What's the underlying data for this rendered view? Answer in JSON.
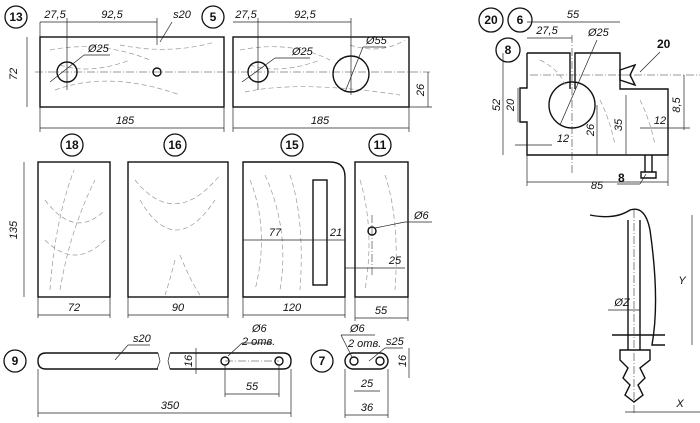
{
  "parts": {
    "p13": {
      "label": "13",
      "d1": "27,5",
      "d2": "92,5",
      "thick": "s20",
      "hole": "Ø25",
      "h": "72",
      "w": "185"
    },
    "p5": {
      "label": "5",
      "d1": "27,5",
      "d2": "92,5",
      "hole1": "Ø25",
      "hole2": "Ø55",
      "off": "26",
      "w": "185"
    },
    "p18": {
      "label": "18",
      "h": "135",
      "w": "72"
    },
    "p16": {
      "label": "16",
      "w": "90"
    },
    "p15": {
      "label": "15",
      "d1": "77",
      "d2": "21",
      "w": "120"
    },
    "p11": {
      "label": "11",
      "hole": "Ø6",
      "off": "25",
      "w": "55"
    },
    "p9": {
      "label": "9",
      "thick": "s20",
      "hole": "Ø6",
      "holes_note": "2 отв.",
      "h": "16",
      "spacing": "55",
      "w": "350"
    },
    "p7": {
      "label": "7",
      "hole": "Ø6",
      "holes_note": "2 отв.",
      "thick": "s25",
      "h": "16",
      "spacing": "25",
      "w": "36"
    },
    "assembly": {
      "l20": "20",
      "l6": "6",
      "l8": "8",
      "w55": "55",
      "d27": "27,5",
      "hole": "Ø25",
      "screw": "20",
      "h52": "52",
      "h20": "20",
      "d12a": "12",
      "h26": "26",
      "h35": "35",
      "h85": "8,5",
      "d12b": "12",
      "w85": "85",
      "bolt": "8"
    },
    "drill": {
      "dia": "ØZ",
      "y": "Y",
      "x": "X"
    }
  }
}
